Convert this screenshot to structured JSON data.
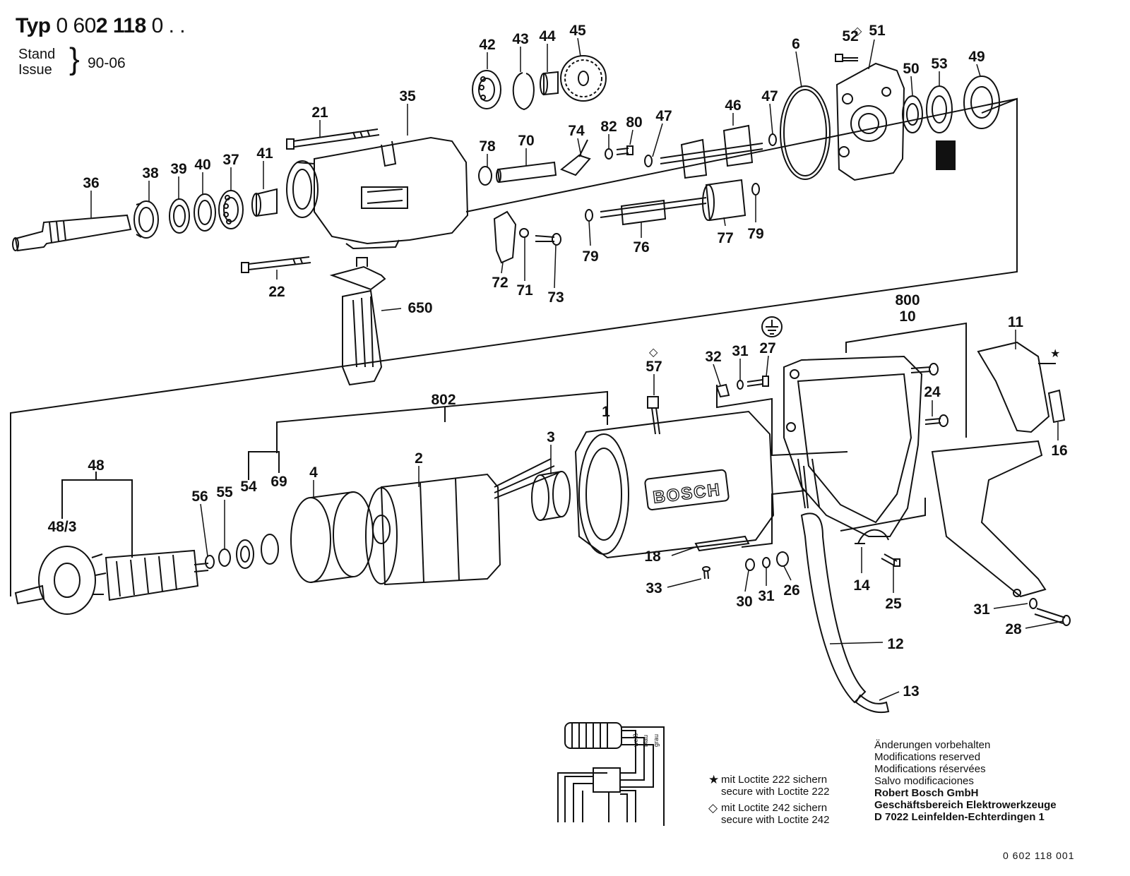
{
  "header": {
    "typ_label": "Typ",
    "typ_number_light": "0 60",
    "typ_number_bold": "2 118",
    "typ_number_suffix": "0 . .",
    "stand_label": "Stand",
    "issue_label": "Issue",
    "issue_date": "90-06"
  },
  "parts": [
    {
      "n": "42"
    },
    {
      "n": "43"
    },
    {
      "n": "44"
    },
    {
      "n": "45"
    },
    {
      "n": "6"
    },
    {
      "n": "52"
    },
    {
      "n": "51"
    },
    {
      "n": "50"
    },
    {
      "n": "53"
    },
    {
      "n": "49"
    },
    {
      "n": "35"
    },
    {
      "n": "21"
    },
    {
      "n": "78"
    },
    {
      "n": "70"
    },
    {
      "n": "74"
    },
    {
      "n": "82"
    },
    {
      "n": "80"
    },
    {
      "n": "47"
    },
    {
      "n": "46"
    },
    {
      "n": "47"
    },
    {
      "n": "36"
    },
    {
      "n": "38"
    },
    {
      "n": "39"
    },
    {
      "n": "40"
    },
    {
      "n": "37"
    },
    {
      "n": "41"
    },
    {
      "n": "79"
    },
    {
      "n": "76"
    },
    {
      "n": "77"
    },
    {
      "n": "79"
    },
    {
      "n": "72"
    },
    {
      "n": "71"
    },
    {
      "n": "73"
    },
    {
      "n": "22"
    },
    {
      "n": "650"
    },
    {
      "n": "800"
    },
    {
      "n": "10"
    },
    {
      "n": "11"
    },
    {
      "n": "27"
    },
    {
      "n": "32"
    },
    {
      "n": "31"
    },
    {
      "n": "57"
    },
    {
      "n": "24"
    },
    {
      "n": "16"
    },
    {
      "n": "802"
    },
    {
      "n": "1"
    },
    {
      "n": "48"
    },
    {
      "n": "3"
    },
    {
      "n": "2"
    },
    {
      "n": "56"
    },
    {
      "n": "55"
    },
    {
      "n": "54"
    },
    {
      "n": "69"
    },
    {
      "n": "4"
    },
    {
      "n": "48/3"
    },
    {
      "n": "18"
    },
    {
      "n": "33"
    },
    {
      "n": "30"
    },
    {
      "n": "31"
    },
    {
      "n": "26"
    },
    {
      "n": "14"
    },
    {
      "n": "25"
    },
    {
      "n": "31"
    },
    {
      "n": "28"
    },
    {
      "n": "12"
    },
    {
      "n": "13"
    }
  ],
  "housing_brand": "BOSCH",
  "wiring_labels": [
    "weiß",
    "blau",
    "grau"
  ],
  "legend": {
    "star_symbol": "★",
    "star_line1": "mit Loctite 222 sichern",
    "star_line2": "secure with Loctite 222",
    "diamond_symbol": "◇",
    "diamond_line1": "mit Loctite 242 sichern",
    "diamond_line2": "secure with Loctite 242"
  },
  "notes": {
    "line1": "Änderungen vorbehalten",
    "line2": "Modifications reserved",
    "line3": "Modifications réservées",
    "line4": "Salvo modificaciones",
    "company1": "Robert Bosch GmbH",
    "company2": "Geschäftsbereich Elektrowerkzeuge",
    "company3": "D 7022 Leinfelden-Echterdingen 1"
  },
  "document_number": "0 602 118 001"
}
